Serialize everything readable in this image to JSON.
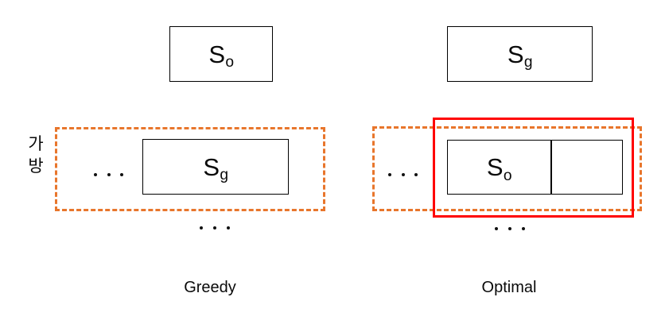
{
  "diagram": {
    "title_hidden": "",
    "colors": {
      "outline": "#000000",
      "bag_dashed": "#E8762C",
      "highlight": "#FF0000",
      "background": "#FFFFFF",
      "text": "#0A0A0A"
    },
    "panels": [
      {
        "id": "greedy",
        "caption": "Greedy",
        "top_item": {
          "symbol_base": "S",
          "symbol_sub": "o"
        },
        "bag": {
          "label": "가\n방",
          "leading_ellipsis": "...",
          "items": [
            {
              "symbol_base": "S",
              "symbol_sub": "g",
              "split": false
            }
          ],
          "highlighted": false
        },
        "below_ellipsis": "..."
      },
      {
        "id": "optimal",
        "caption": "Optimal",
        "top_item": {
          "symbol_base": "S",
          "symbol_sub": "g"
        },
        "bag": {
          "label": "",
          "leading_ellipsis": "...",
          "items": [
            {
              "symbol_base": "S",
              "symbol_sub": "o",
              "split": true
            }
          ],
          "highlighted": true
        },
        "below_ellipsis": "..."
      }
    ]
  }
}
